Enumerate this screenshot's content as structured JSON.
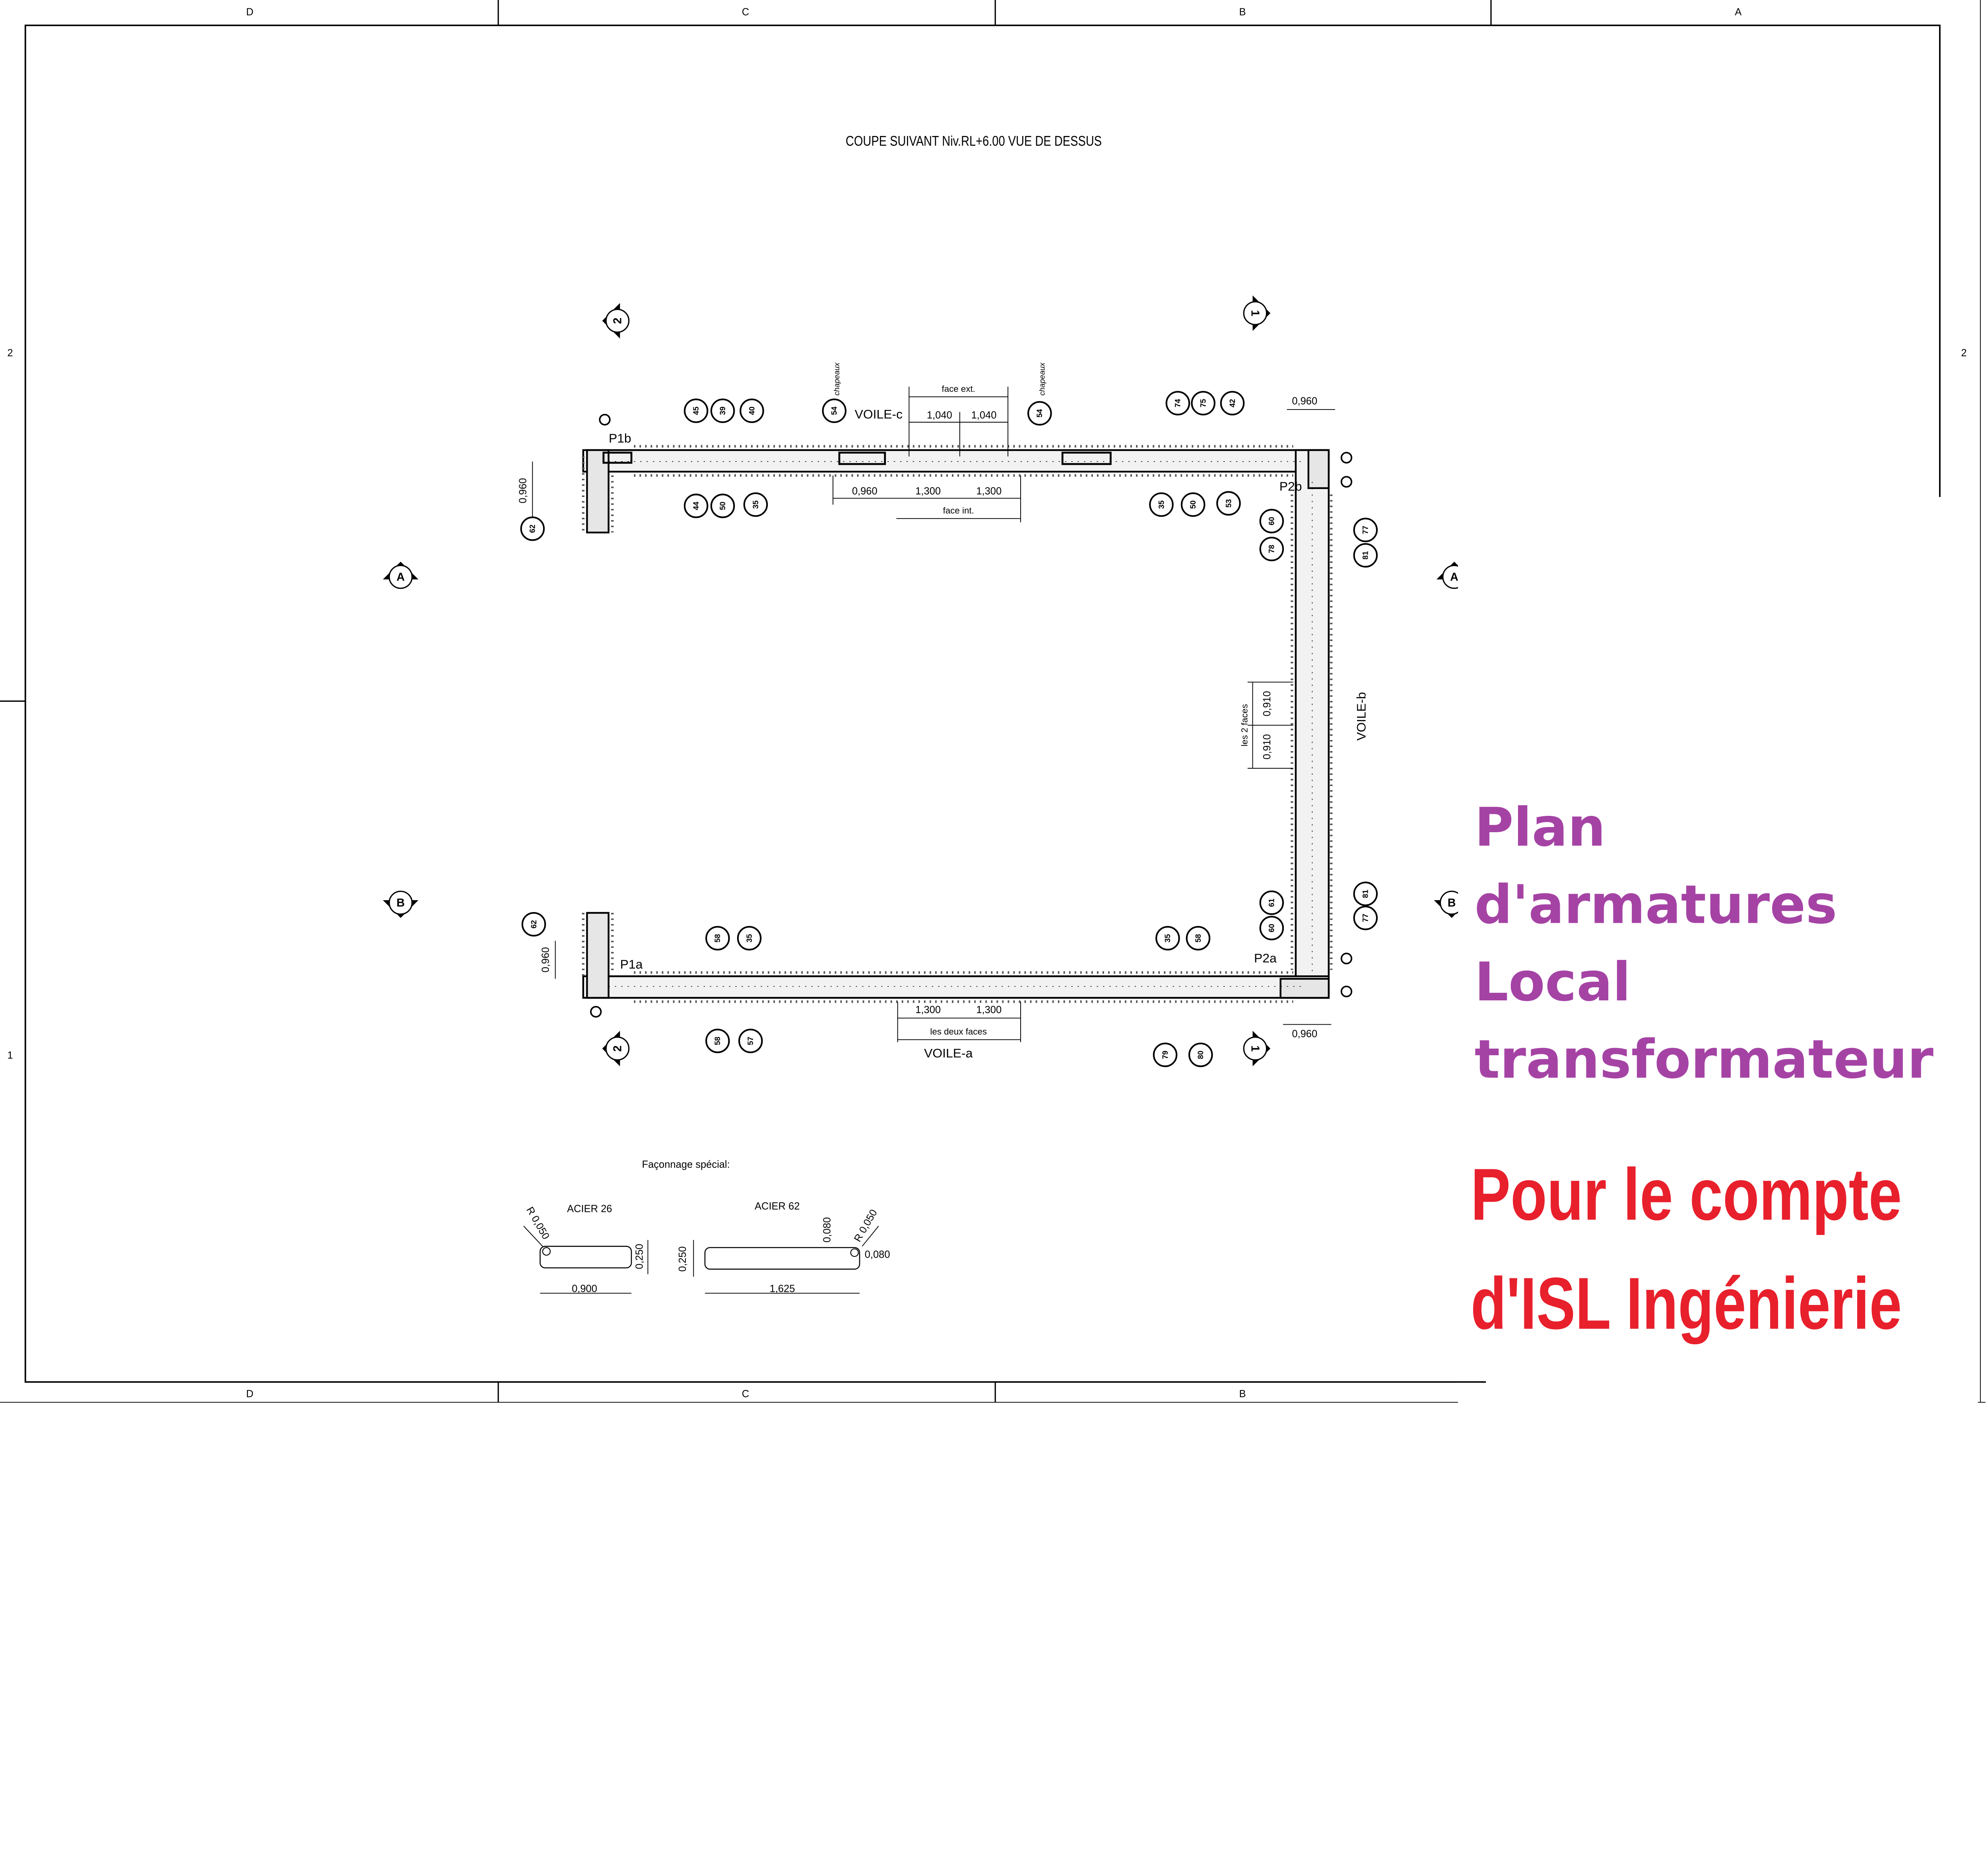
{
  "frame": {
    "columns_top": [
      "D",
      "C",
      "B",
      "A"
    ],
    "columns_bottom": [
      "D",
      "C",
      "B"
    ],
    "rows_left": [
      "2",
      "1"
    ],
    "rows_right": [
      "2"
    ]
  },
  "drawing": {
    "title": "COUPE SUIVANT Niv.RL+6.00 VUE DE DESSUS",
    "labels": {
      "p1b": "P1b",
      "p2b": "P2b",
      "p1a": "P1a",
      "p2a": "P2a",
      "voile_c": "VOILE-c",
      "voile_a": "VOILE-a",
      "voile_b": "VOILE-b",
      "face_ext": "face ext.",
      "face_int": "face int.",
      "les_deux_faces": "les deux faces",
      "les_2_faces": "les 2 faces",
      "chapeaux": "chapeaux"
    },
    "dimensions": {
      "top_ext_1": "1,040",
      "top_ext_2": "1,040",
      "top_int_0": "0,960",
      "top_int_1": "1,300",
      "top_int_2": "1,300",
      "p2b_width": "0,960",
      "p1b_height": "0,960",
      "p1a_height": "0,960",
      "bottom_1": "1,300",
      "bottom_2": "1,300",
      "p2a_width": "0,960",
      "right_1": "0,910",
      "right_2": "0,910"
    },
    "bars": [
      "45",
      "39",
      "40",
      "54",
      "54",
      "74",
      "75",
      "42",
      "44",
      "50",
      "35",
      "35",
      "50",
      "53",
      "62",
      "60",
      "78",
      "77",
      "81",
      "81",
      "77",
      "61",
      "60",
      "62",
      "58",
      "35",
      "35",
      "58",
      "58",
      "57",
      "79",
      "80"
    ],
    "section_markers": [
      "2",
      "1",
      "A",
      "A",
      "B",
      "B",
      "2",
      "1"
    ]
  },
  "special_shaping": {
    "heading": "Façonnage spécial:",
    "acier26": {
      "title": "ACIER 26",
      "radius": "R 0,050",
      "height": "0,250",
      "length": "0,900"
    },
    "acier62": {
      "title": "ACIER 62",
      "radius": "R 0,050",
      "height": "0,250",
      "length": "1,625",
      "hook_h": "0,080",
      "hook_w": "0,080"
    }
  },
  "overlay": {
    "title_lines": [
      "Plan",
      "d'armatures",
      "Local",
      "transformateur"
    ],
    "client_lines": [
      "Pour le compte",
      "d'ISL Ingénierie"
    ],
    "title_color": "#a543a5",
    "client_color": "#e8202c"
  }
}
